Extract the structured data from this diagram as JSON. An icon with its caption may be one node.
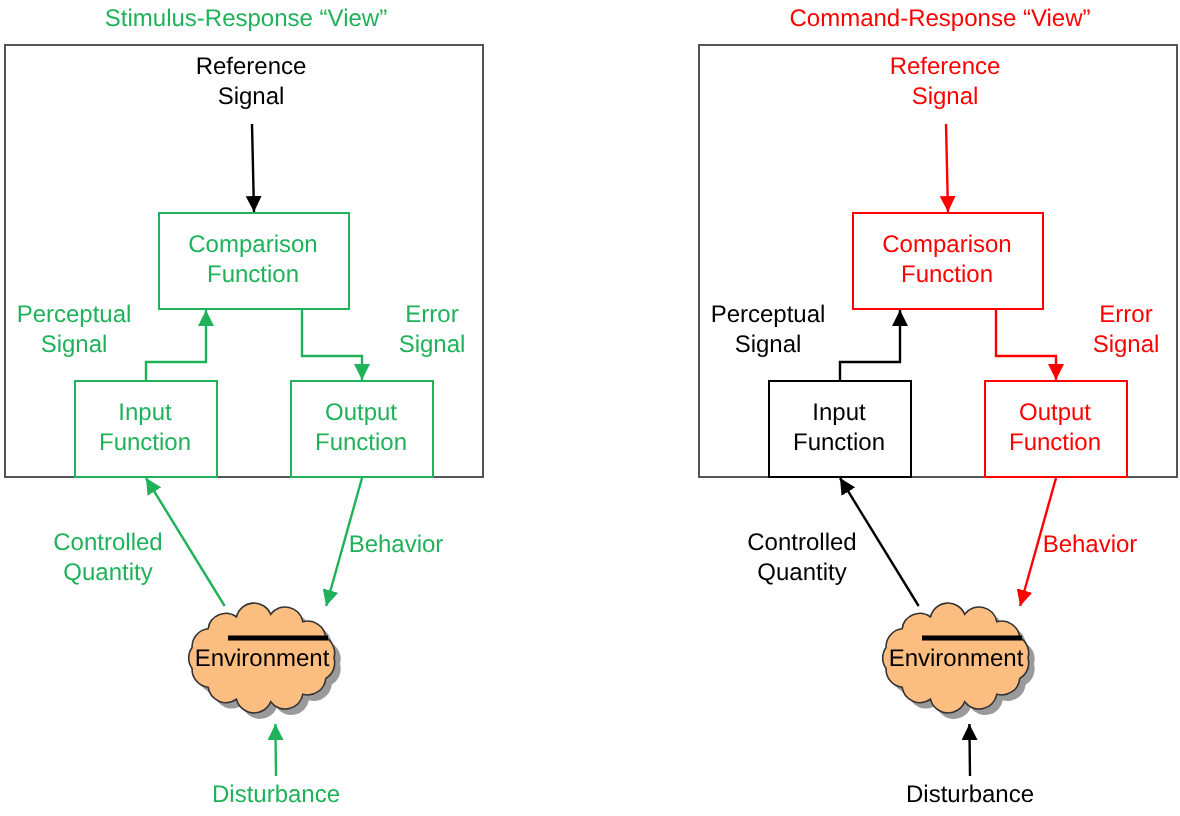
{
  "diagram": {
    "nodes": [
      {
        "text": [
          "Stimulus-Response “View”"
        ]
      },
      {
        "text": [
          "Reference Signal"
        ],
        "in": 0
      },
      {
        "text": [
          "Comparison Function"
        ],
        "in": 0
      },
      {
        "text": [
          "Input Function"
        ],
        "in": 0
      },
      {
        "text": [
          "Output Function"
        ],
        "in": 0
      },
      {
        "text": [
          "Environment"
        ]
      },
      {
        "text": [
          "Disturbance"
        ]
      },
      {
        "text": [
          "Command-Response “View”"
        ]
      },
      {
        "text": [
          "Reference Signal"
        ],
        "in": 7
      },
      {
        "text": [
          "Comparison Function"
        ],
        "in": 7
      },
      {
        "text": [
          "Input Function"
        ],
        "in": 7
      },
      {
        "text": [
          "Output Function"
        ],
        "in": 7
      },
      {
        "text": [
          "Environment"
        ]
      },
      {
        "text": [
          "Disturbance"
        ]
      }
    ],
    "edges": [
      {
        "from": 1,
        "to": 2,
        "arrow": "to",
        "color": "#000000"
      },
      {
        "from": 3,
        "to": 2,
        "arrow": "to",
        "label": "Perceptual Signal"
      },
      {
        "from": 2,
        "to": 4,
        "arrow": "to",
        "label": "Error Signal"
      },
      {
        "from": 5,
        "to": 3,
        "arrow": "to",
        "label": "Controlled Quantity"
      },
      {
        "from": 4,
        "to": 5,
        "arrow": "to",
        "label": "Behavior"
      },
      {
        "from": 6,
        "to": 5,
        "arrow": "to"
      },
      {
        "from": 8,
        "to": 9,
        "arrow": "to",
        "color": "#ff0000"
      },
      {
        "from": 10,
        "to": 9,
        "arrow": "to",
        "label": "Perceptual Signal",
        "color": "#000000"
      },
      {
        "from": 9,
        "to": 11,
        "arrow": "to",
        "label": "Error Signal",
        "color": "#ff0000"
      },
      {
        "from": 12,
        "to": 10,
        "arrow": "to",
        "label": "Controlled Quantity",
        "color": "#000000"
      },
      {
        "from": 11,
        "to": 12,
        "arrow": "to",
        "label": "Behavior",
        "color": "#ff0000"
      },
      {
        "from": 13,
        "to": 12,
        "arrow": "to",
        "color": "#000000"
      }
    ]
  }
}
